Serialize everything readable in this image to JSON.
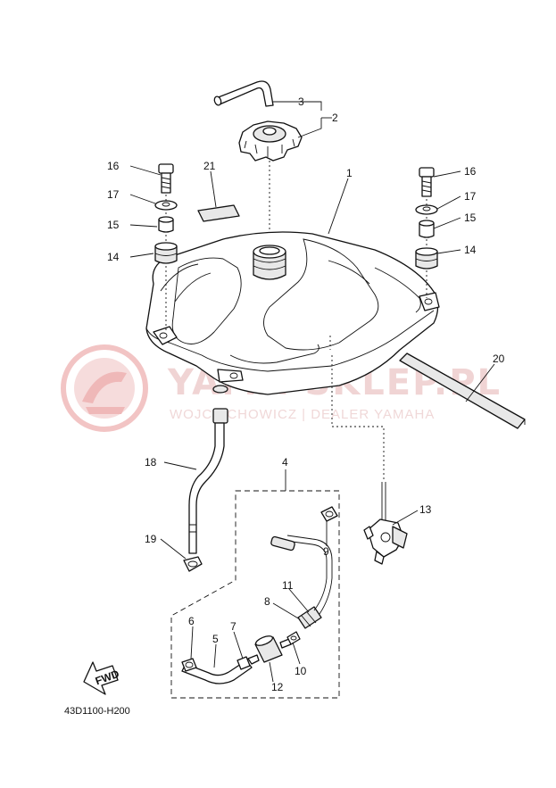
{
  "watermark": {
    "brand": "YAMA-SKLEP.PL",
    "dealer": "WOJCIECHOWICZ | DEALER YAMAHA",
    "color": "#e8a0a0"
  },
  "diagram_code": "43D1100-H200",
  "fwd_label": "FWD",
  "callouts": [
    {
      "id": "1",
      "text": "1"
    },
    {
      "id": "2",
      "text": "2"
    },
    {
      "id": "3",
      "text": "3"
    },
    {
      "id": "4",
      "text": "4"
    },
    {
      "id": "5",
      "text": "5"
    },
    {
      "id": "6",
      "text": "6"
    },
    {
      "id": "7",
      "text": "7"
    },
    {
      "id": "8",
      "text": "8"
    },
    {
      "id": "9",
      "text": "9"
    },
    {
      "id": "10",
      "text": "10"
    },
    {
      "id": "11",
      "text": "11"
    },
    {
      "id": "12",
      "text": "12"
    },
    {
      "id": "13",
      "text": "13"
    },
    {
      "id": "14L",
      "text": "14"
    },
    {
      "id": "14R",
      "text": "14"
    },
    {
      "id": "15L",
      "text": "15"
    },
    {
      "id": "15R",
      "text": "15"
    },
    {
      "id": "16L",
      "text": "16"
    },
    {
      "id": "16R",
      "text": "16"
    },
    {
      "id": "17L",
      "text": "17"
    },
    {
      "id": "17R",
      "text": "17"
    },
    {
      "id": "18",
      "text": "18"
    },
    {
      "id": "19",
      "text": "19"
    },
    {
      "id": "20",
      "text": "20"
    },
    {
      "id": "21",
      "text": "21"
    }
  ]
}
